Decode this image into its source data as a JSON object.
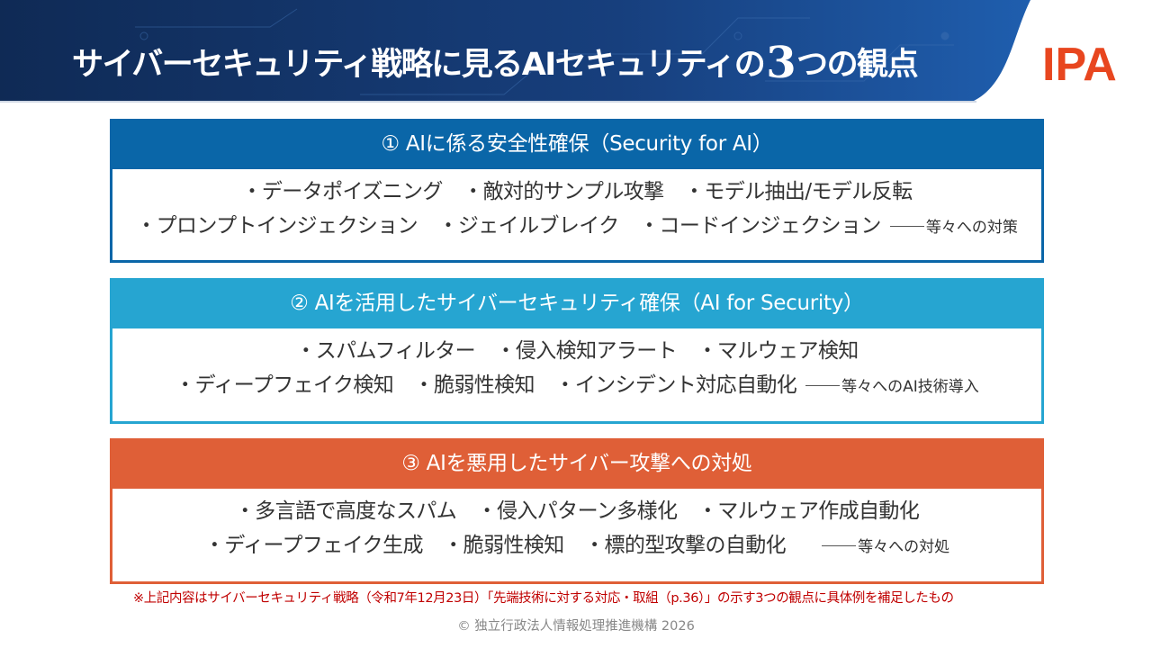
{
  "header": {
    "title_prefix": "サイバーセキュリティ戦略に見るAIセキュリティの",
    "title_number": "3",
    "title_suffix": "つの観点",
    "logo": "IPA",
    "colors": {
      "banner_dark": "#0f2a55",
      "banner_light": "#1e5aa8",
      "logo": "#e8461f"
    }
  },
  "perspectives": [
    {
      "title": "① AIに係る安全性確保（Security for AI）",
      "color": "#0a66a8",
      "lines": [
        {
          "text": "・データポイズニング　・敵対的サンプル攻撃　・モデル抽出/モデル反転",
          "tail": ""
        },
        {
          "text": "・プロンプトインジェクション　・ジェイルブレイク　・コードインジェクション",
          "tail": "等々への対策"
        }
      ]
    },
    {
      "title": "② AIを活用したサイバーセキュリティ確保（AI for Security）",
      "color": "#26a5d1",
      "lines": [
        {
          "text": "・スパムフィルター　・侵入検知アラート　・マルウェア検知",
          "tail": ""
        },
        {
          "text": "・ディープフェイク検知　・脆弱性検知　・インシデント対応自動化",
          "tail": "等々へのAI技術導入"
        }
      ]
    },
    {
      "title": "③ AIを悪用したサイバー攻撃への対処",
      "color": "#df5f37",
      "lines": [
        {
          "text": "・多言語で高度なスパム　・侵入パターン多様化　・マルウェア作成自動化",
          "tail": ""
        },
        {
          "text": "・ディープフェイク生成　・脆弱性検知　・標的型攻撃の自動化",
          "tail": "等々への対処"
        }
      ]
    }
  ],
  "footer": {
    "note": "※上記内容はサイバーセキュリティ戦略（令和7年12月23日）「先端技術に対する対応・取組（p.36）」の示す3つの観点に具体例を補足したもの",
    "copyright": "© 独立行政法人情報処理推進機構 2026"
  }
}
